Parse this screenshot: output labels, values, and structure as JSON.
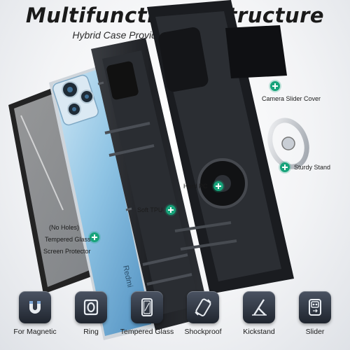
{
  "header": {
    "title": "Multifunctional Structure",
    "subtitle": "Hybrid Case Provides Military Grade Protection"
  },
  "callouts": {
    "camera_slider": "Camera Slider Cover",
    "sturdy_stand": "Sturdy Stand",
    "hard_pc": "Hard PC",
    "soft_tpu": "Soft TPU",
    "no_holes": "(No Holes)",
    "tempered_glass": "Tempered Glass",
    "screen_protector": "Screen Protector"
  },
  "phone": {
    "brand_text": "Redmi"
  },
  "features": [
    {
      "label": "For Magnetic",
      "icon": "magnet-icon"
    },
    {
      "label": "Ring",
      "icon": "ring-icon"
    },
    {
      "label": "Tempered Glass",
      "icon": "glass-icon"
    },
    {
      "label": "Shockproof",
      "icon": "shockproof-icon"
    },
    {
      "label": "Kickstand",
      "icon": "kickstand-icon"
    },
    {
      "label": "Slider",
      "icon": "slider-icon"
    }
  ],
  "colors": {
    "accent": "#17a37a",
    "case": "#1e2024",
    "phone_back": "#8fc4e4",
    "tile": "#2c333d"
  }
}
